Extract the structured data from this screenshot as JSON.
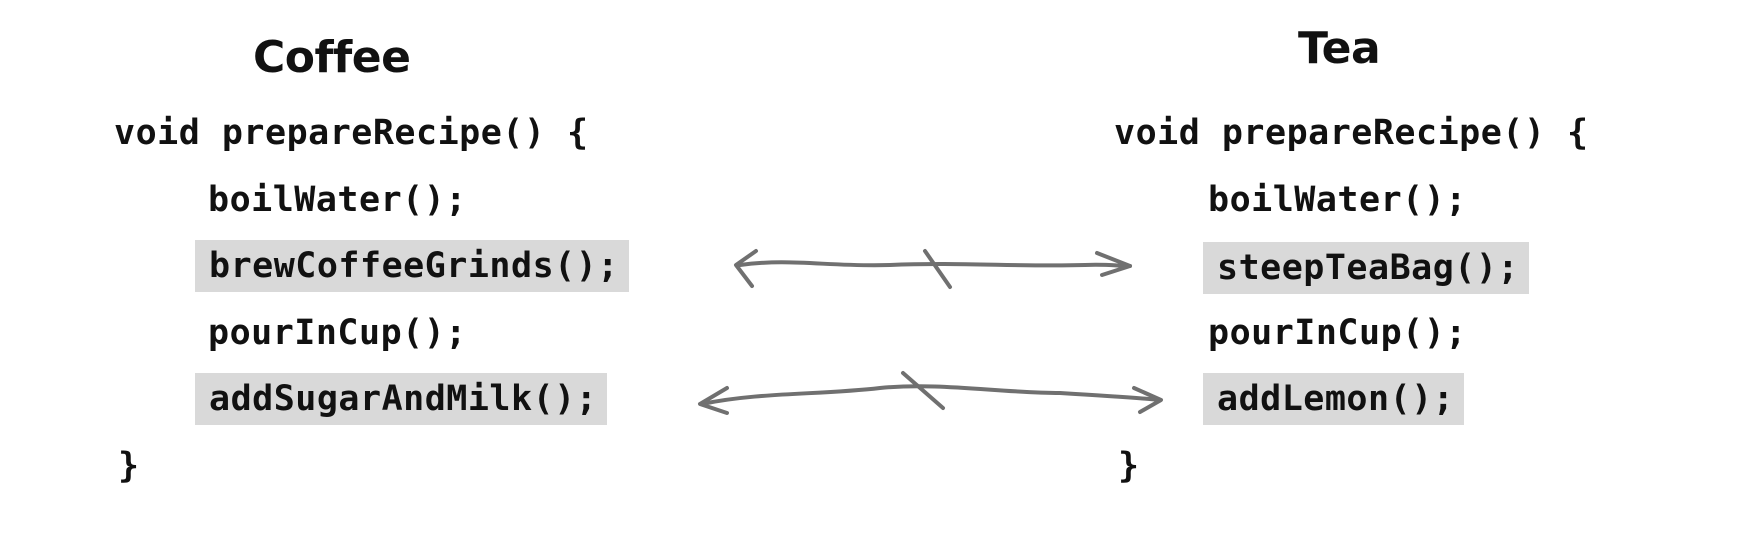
{
  "coffee": {
    "title": "Coffee",
    "lines": [
      "void prepareRecipe() {",
      "boilWater();",
      "brewCoffeeGrinds();",
      "pourInCup();",
      "addSugarAndMilk();",
      "}"
    ]
  },
  "tea": {
    "title": "Tea",
    "lines": [
      "void prepareRecipe() {",
      "boilWater();",
      "steepTeaBag();",
      "pourInCup();",
      "addLemon();",
      "}"
    ]
  },
  "colors": {
    "text": "#111111",
    "highlight": "#d9d9d9",
    "arrow": "#707070",
    "background": "#ffffff"
  }
}
